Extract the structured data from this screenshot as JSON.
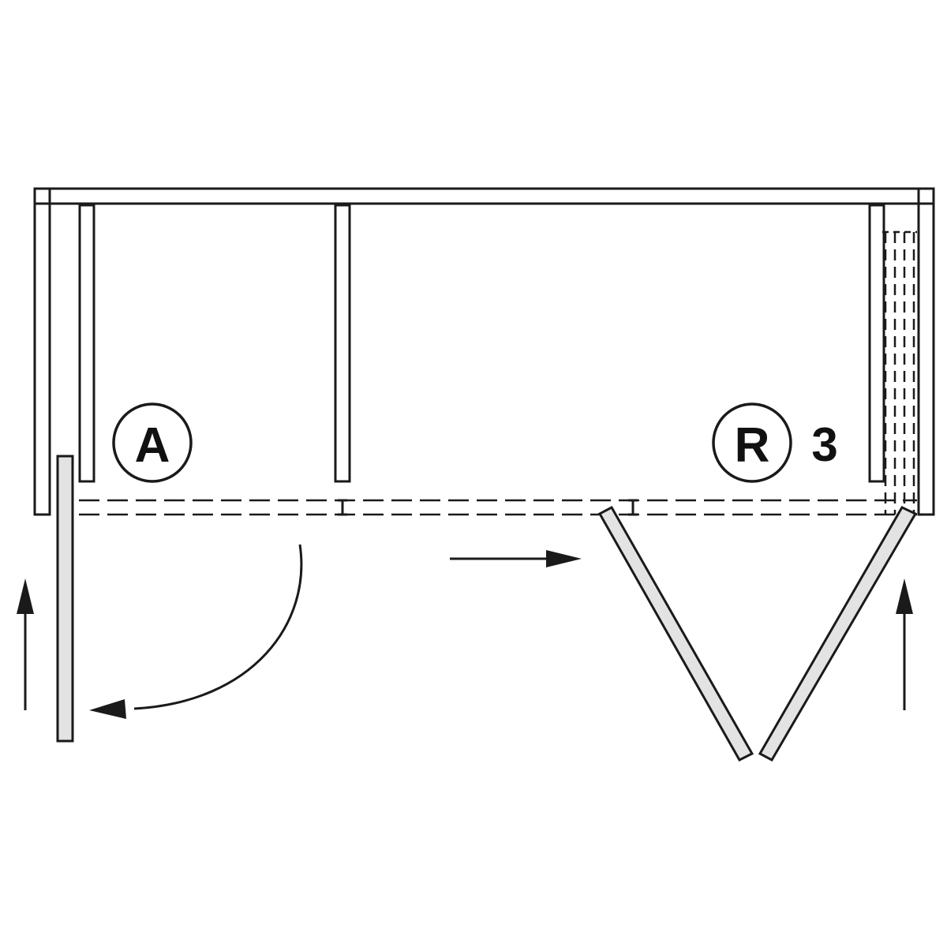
{
  "labels": {
    "marker_a": "A",
    "marker_r": "R",
    "count": "3"
  },
  "colors": {
    "stroke": "#1a1a1a",
    "panel_fill": "#e3e3e3",
    "background": "#ffffff"
  },
  "icons": [
    "arrow-up-icon",
    "arrow-right-icon",
    "curved-arrow-icon"
  ]
}
